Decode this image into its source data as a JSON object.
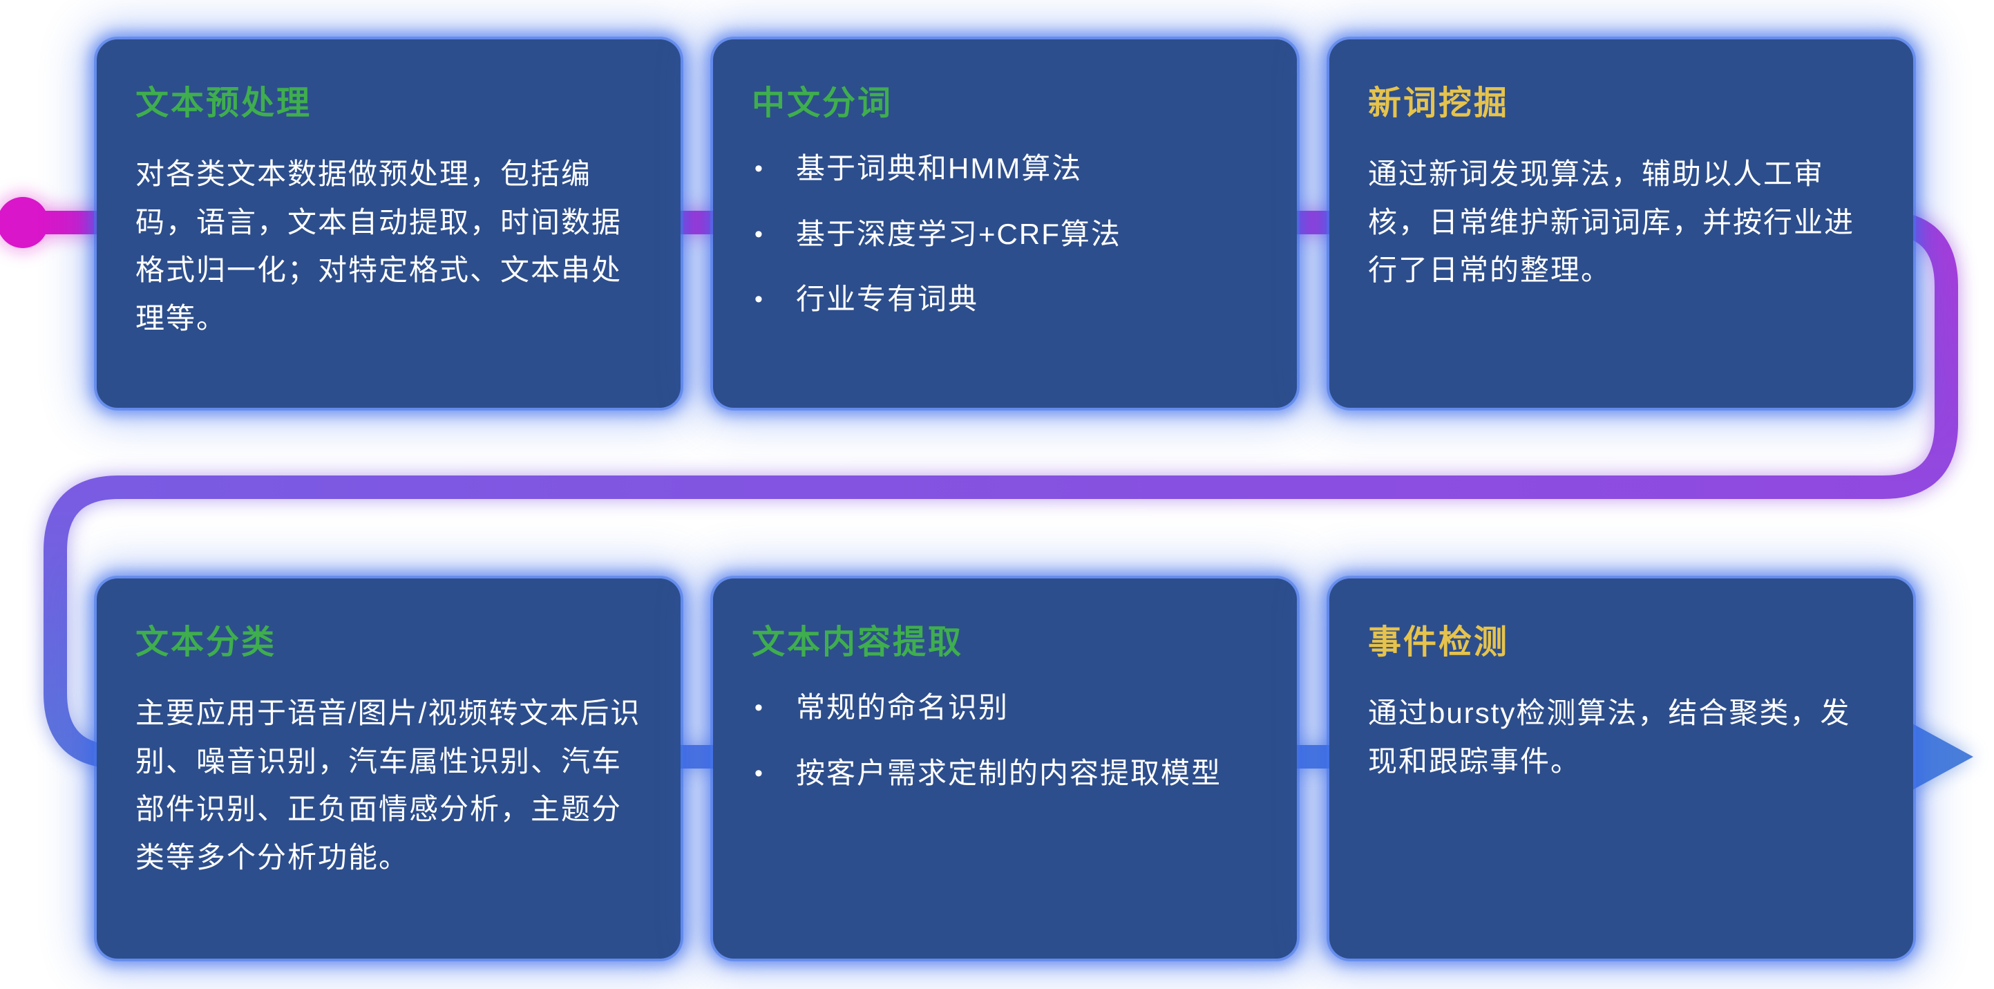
{
  "colors": {
    "page_bg": "#ffffff",
    "card_bg": "#2d4e8c",
    "card_glow": "#3a6ce6",
    "title_green": "#3fae4e",
    "title_yellow": "#e6c34c",
    "body_text": "#ffffff",
    "flow_start": "#d916c9",
    "flow_end": "#4a7edb"
  },
  "glyphs": {
    "bullet": "•"
  },
  "cards": [
    {
      "id": "text-preprocessing",
      "title": "文本预处理",
      "title_color": "green",
      "type": "paragraph",
      "body": "对各类文本数据做预处理，包括编码，语言，文本自动提取，时间数据格式归一化；对特定格式、文本串处理等。"
    },
    {
      "id": "chinese-word-segmentation",
      "title": "中文分词",
      "title_color": "green",
      "type": "bullets",
      "bullets": [
        "基于词典和HMM算法",
        "基于深度学习+CRF算法",
        "行业专有词典"
      ]
    },
    {
      "id": "new-word-mining",
      "title": "新词挖掘",
      "title_color": "yellow",
      "type": "paragraph",
      "body": "通过新词发现算法，辅助以人工审核，日常维护新词词库，并按行业进行了日常的整理。"
    },
    {
      "id": "text-classification",
      "title": "文本分类",
      "title_color": "green",
      "type": "paragraph",
      "body": "主要应用于语音/图片/视频转文本后识别、噪音识别，汽车属性识别、汽车部件识别、正负面情感分析，主题分类等多个分析功能。"
    },
    {
      "id": "text-content-extraction",
      "title": "文本内容提取",
      "title_color": "green",
      "type": "bullets",
      "bullets": [
        "常规的命名识别",
        "按客户需求定制的内容提取模型"
      ]
    },
    {
      "id": "event-detection",
      "title": "事件检测",
      "title_color": "yellow",
      "type": "paragraph",
      "body": "通过bursty检测算法，结合聚类，发现和跟踪事件。"
    }
  ]
}
